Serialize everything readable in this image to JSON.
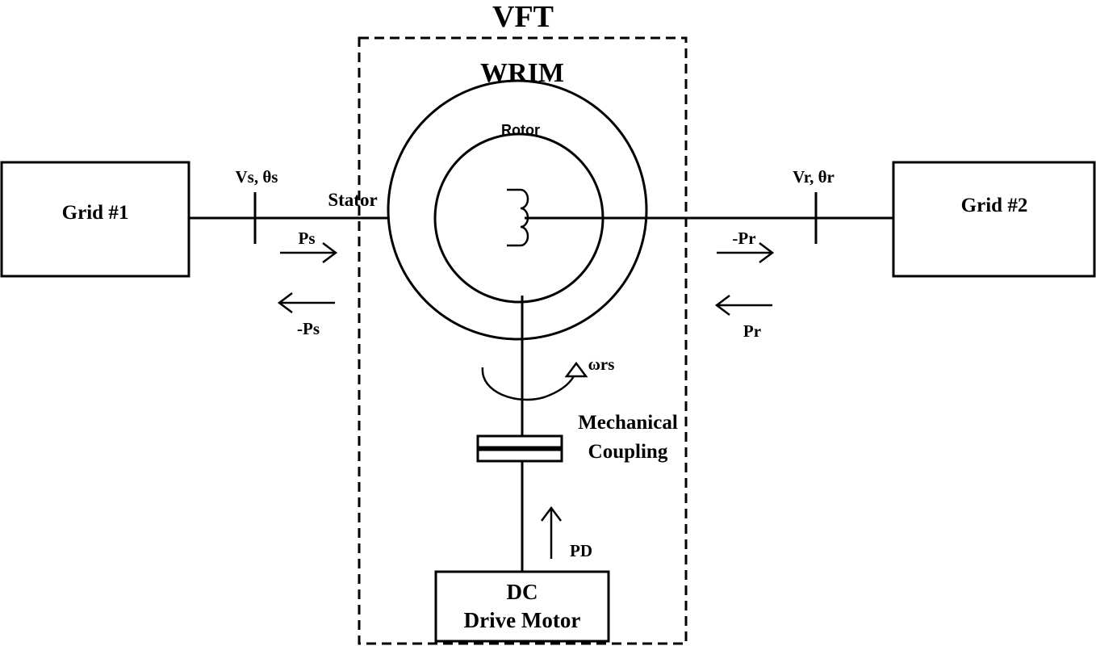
{
  "labels": {
    "vft": "VFT",
    "wrim": "WRIM",
    "rotor": "Rotor",
    "stator": "Stator",
    "grid1": "Grid #1",
    "grid2": "Grid #2",
    "vs_theta_s": "Vs, θs",
    "vr_theta_r": "Vr, θr",
    "ps": "Ps",
    "neg_ps": "-Ps",
    "neg_pr": "-Pr",
    "pr": "Pr",
    "omega_rs": "ωrs",
    "mech_coupling_1": "Mechanical",
    "mech_coupling_2": "Coupling",
    "pd": "PD",
    "dc_motor_1": "DC",
    "dc_motor_2": "Drive Motor"
  }
}
